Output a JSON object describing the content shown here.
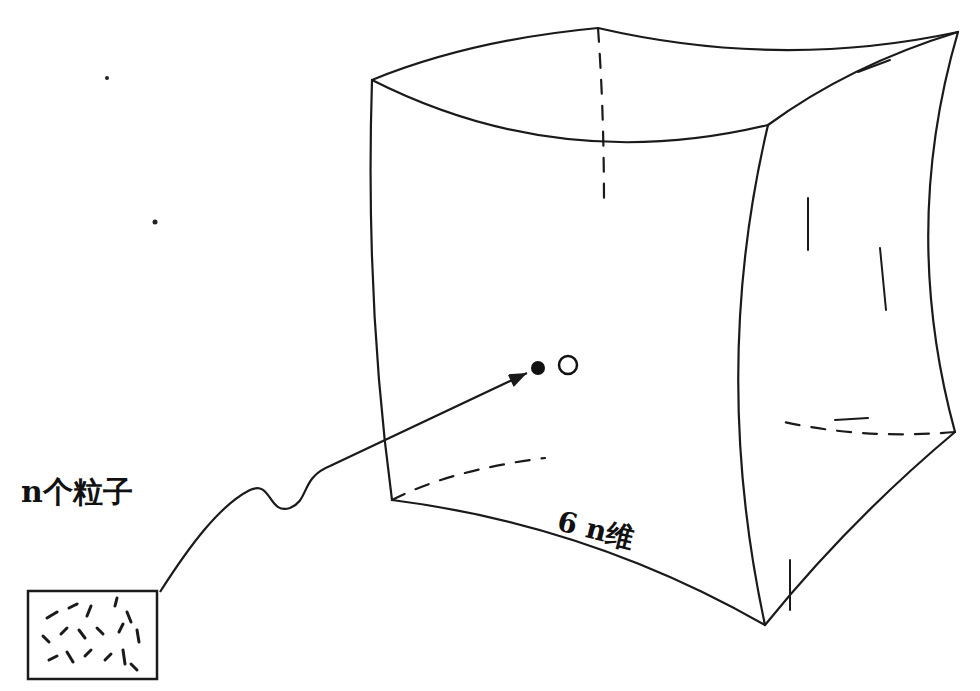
{
  "diagram": {
    "nodes": [
      {
        "text": [
          "n个粒子"
        ]
      },
      {
        "text": [
          "6 n维"
        ]
      }
    ],
    "edges": [
      {
        "from": 0,
        "to": 1,
        "arrow": "to"
      }
    ]
  }
}
